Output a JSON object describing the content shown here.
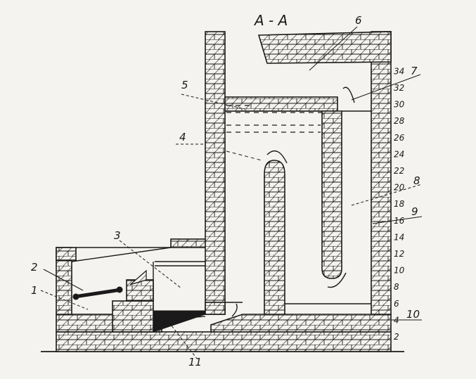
{
  "title": "А - А",
  "colors": {
    "ink": "#1a1a1a",
    "paper": "#f4f3ef",
    "hatch": "#2a2a2a"
  },
  "callouts": [
    {
      "id": "1",
      "text": "1"
    },
    {
      "id": "2",
      "text": "2"
    },
    {
      "id": "3",
      "text": "3"
    },
    {
      "id": "4",
      "text": "4"
    },
    {
      "id": "5",
      "text": "5"
    },
    {
      "id": "6",
      "text": "6"
    },
    {
      "id": "7",
      "text": "7"
    },
    {
      "id": "8",
      "text": "8"
    },
    {
      "id": "9",
      "text": "9"
    },
    {
      "id": "10",
      "text": "10"
    },
    {
      "id": "11",
      "text": "11"
    }
  ],
  "courses": [
    "2",
    "4",
    "6",
    "8",
    "10",
    "12",
    "14",
    "16",
    "18",
    "20",
    "22",
    "24",
    "26",
    "28",
    "30",
    "32",
    "34"
  ]
}
